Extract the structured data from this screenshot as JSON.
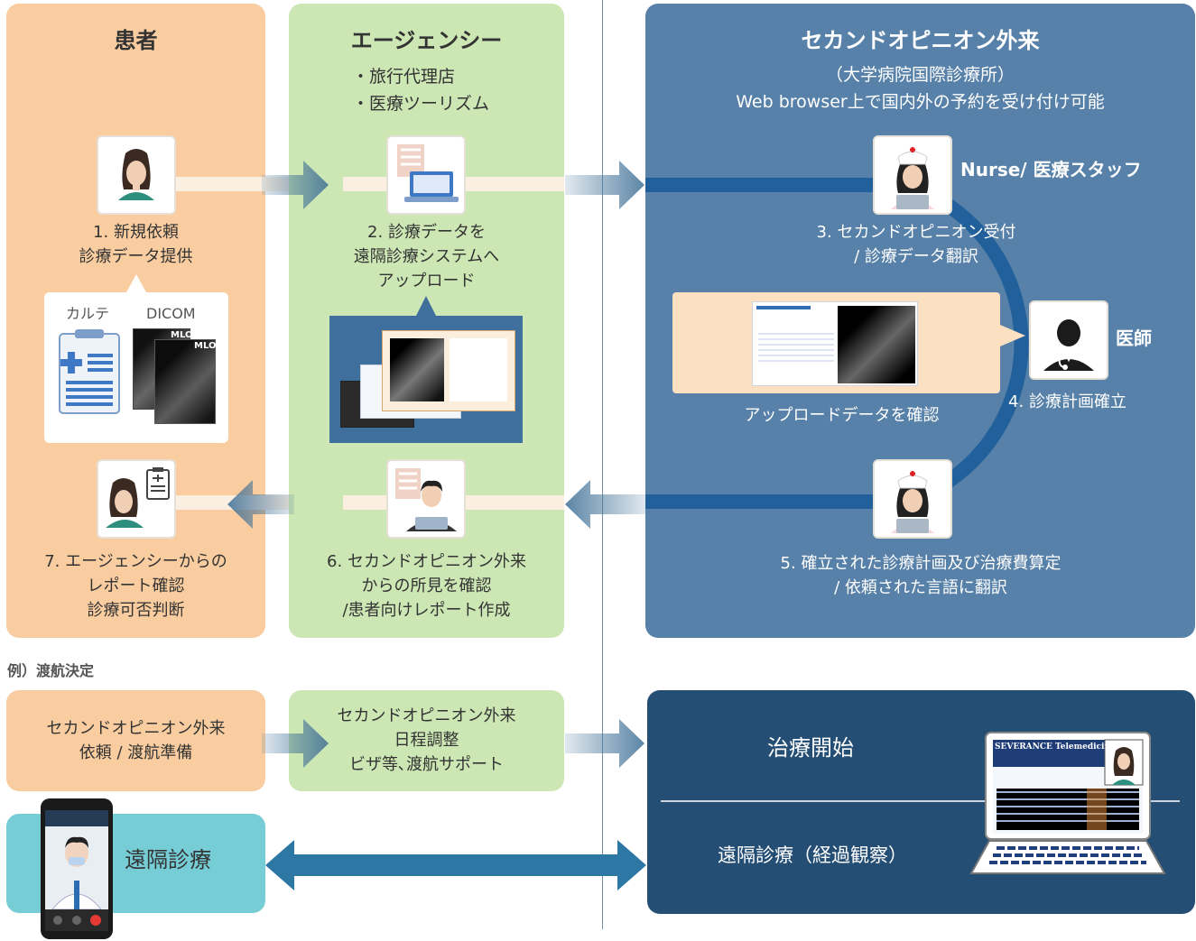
{
  "patient": {
    "title": "患者",
    "step1": [
      "1. 新規依頼",
      "診療データ提供"
    ],
    "record_label_karte": "カルテ",
    "record_label_dicom": "DICOM",
    "mlo1": "MLO",
    "mlo2": "MLO",
    "step7": [
      "7. エージェンシーからの",
      "レポート確認",
      "診療可否判断"
    ]
  },
  "agency": {
    "title": "エージェンシー",
    "items": [
      "・旅行代理店",
      "・医療ツーリズム"
    ],
    "step2": [
      "2. 診療データを",
      "遠隔診療システムへ",
      "アップロード"
    ],
    "step6": [
      "6. セカンドオピニオン外来",
      "からの所見を確認",
      "/患者向けレポート作成"
    ]
  },
  "clinic": {
    "title": "セカンドオピニオン外来",
    "subtitle": "（大学病院国際診療所）",
    "subtitle2": "Web browser上で国内外の予約を受け付け可能",
    "nurse_label": "Nurse/ 医療スタッフ",
    "step3": [
      "3. セカンドオピニオン受付",
      "/ 診療データ翻訳"
    ],
    "upload_check": "アップロードデータを確認",
    "doctor_label": "医師",
    "step4": "4. 診療計画確立",
    "step5": [
      "5. 確立された診療計画及び治療費算定",
      "/ 依頼された言語に翻訳"
    ]
  },
  "example": {
    "label": "例）渡航決定",
    "patient_box": [
      "セカンドオピニオン外来",
      "依頼 / 渡航準備"
    ],
    "agency_box": [
      "セカンドオピニオン外来",
      "日程調整",
      "ビザ等､渡航サポート"
    ],
    "treatment_start": "治療開始",
    "remote_care": "遠隔診療",
    "remote_followup": "遠隔診療（経過観察）",
    "laptop_brand": "SEVERANCE Telemedicine"
  },
  "colors": {
    "patient_bg": "#f9cda0",
    "agency_bg": "#cce6b4",
    "clinic_bg": "#5781a8",
    "clinic_dark": "#254e75",
    "remote_bg": "#76cdd5",
    "arrow_blue": "#3e6f96",
    "arc_blue": "#21609a"
  }
}
